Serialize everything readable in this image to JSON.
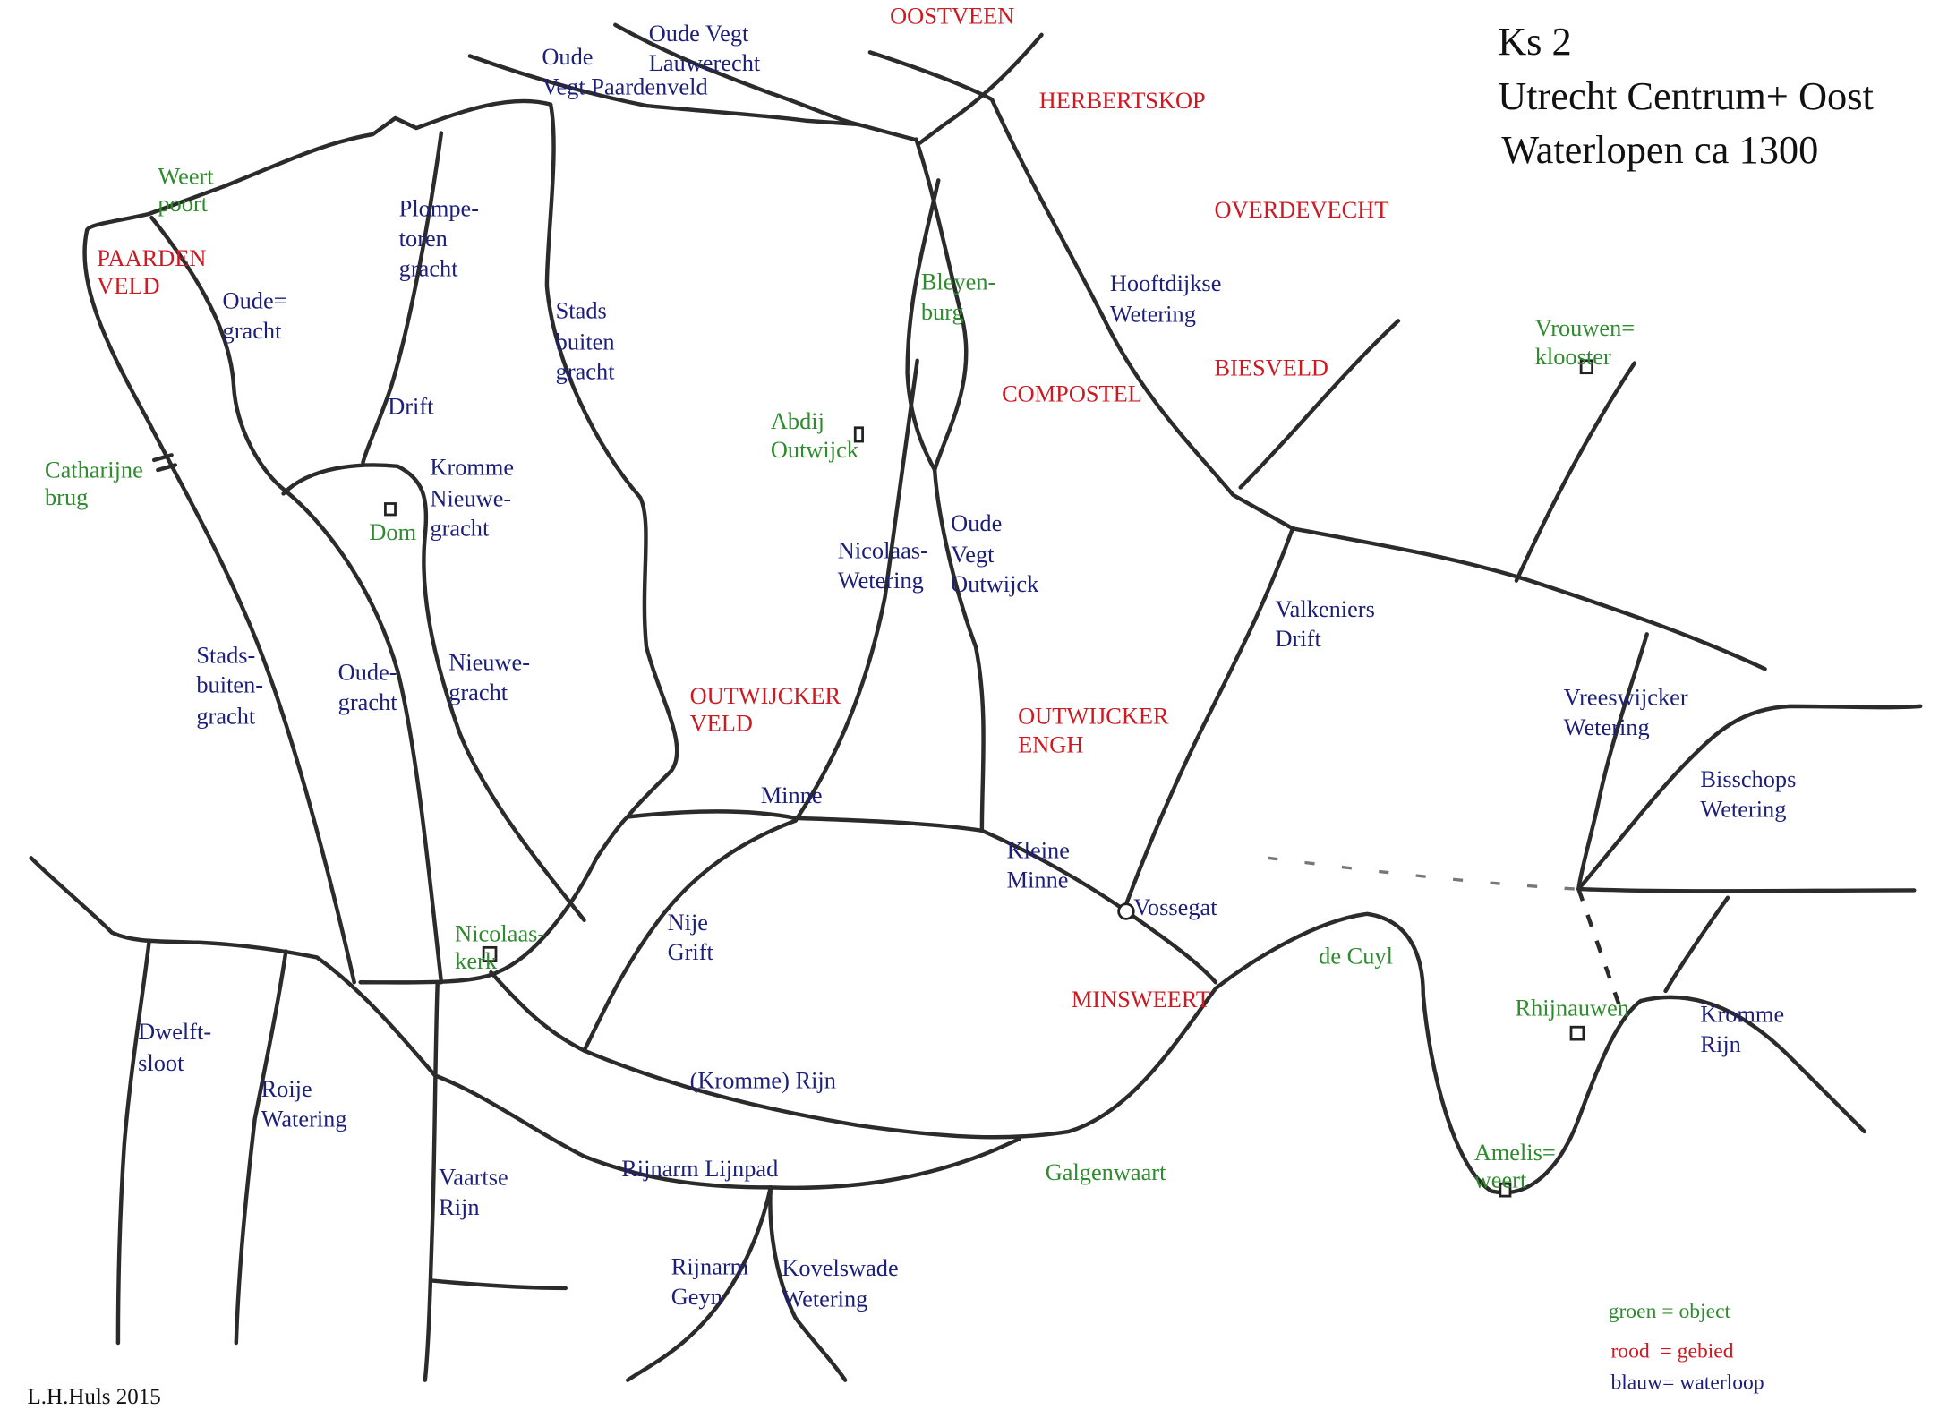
{
  "title": {
    "line1": "Ks 2",
    "line2": "Utrecht Centrum+ Oost",
    "line3": "Waterlopen ca 1300"
  },
  "credit": "L.H.Huls 2015",
  "colors": {
    "waterloop": "#1c1f7a",
    "gebied": "#cc1a22",
    "object": "#2e8b2e",
    "lines": "#2b2b2b"
  },
  "legend": {
    "object": "groen = object",
    "gebied": "rood  = gebied",
    "waterloop": "blauw= waterloop"
  },
  "areas": {
    "oostveen": "OOSTVEEN",
    "herbertskop": "HERBERTSKOP",
    "overdevecht": "OVERDEVECHT",
    "paardenveld_1": "PAARDEN",
    "paardenveld_2": "VELD",
    "compostel": "COMPOSTEL",
    "biesveld": "BIESVELD",
    "outwijcker_veld_1": "OUTWIJCKER",
    "outwijcker_veld_2": "VELD",
    "outwijcker_engh_1": "OUTWIJCKER",
    "outwijcker_engh_2": "ENGH",
    "minsweert": "MINSWEERT"
  },
  "objects": {
    "weertpoort_1": "Weert",
    "weertpoort_2": "poort",
    "catharijnebrug_1": "Catharijne",
    "catharijnebrug_2": "brug",
    "dom": "Dom",
    "bleyenburg_1": "Bleyen-",
    "bleyenburg_2": "burg",
    "abdij_1": "Abdij",
    "abdij_2": "Outwijck",
    "vrouwenklooster_1": "Vrouwen=",
    "vrouwenklooster_2": "klooster",
    "nicolaaskerk_1": "Nicolaas-",
    "nicolaaskerk_2": "kerk",
    "de_cuyl": "de Cuyl",
    "rhijnauwen": "Rhijnauwen",
    "galgenwaart": "Galgenwaart",
    "ameliswaart_1": "Amelis=",
    "ameliswaart_2": "weert"
  },
  "waterways": {
    "oude_vegt_paardenveld_1": "Oude",
    "oude_vegt_paardenveld_2": "Vegt Paardenveld",
    "oude_vegt_lauwerecht_1": "Oude Vegt",
    "oude_vegt_lauwerecht_2": "Lauwerecht",
    "plompetoren_1": "Plompe-",
    "plompetoren_2": "toren",
    "plompetoren_3": "gracht",
    "oudegracht_n_1": "Oude=",
    "oudegracht_n_2": "gracht",
    "stadsbuitengracht_n_1": "Stads",
    "stadsbuitengracht_n_2": "buiten",
    "stadsbuitengracht_n_3": "gracht",
    "drift": "Drift",
    "kromme_nieuwegracht_1": "Kromme",
    "kromme_nieuwegracht_2": "Nieuwe-",
    "kromme_nieuwegracht_3": "gracht",
    "hooftdijkse_1": "Hooftdijkse",
    "hooftdijkse_2": "Wetering",
    "nicolaas_wetering_1": "Nicolaas-",
    "nicolaas_wetering_2": "Wetering",
    "oude_vegt_outwijck_1": "Oude",
    "oude_vegt_outwijck_2": "Vegt",
    "oude_vegt_outwijck_3": "Outwijck",
    "valkeniers_1": "Valkeniers",
    "valkeniers_2": "Drift",
    "stadsbuitengracht_s_1": "Stads-",
    "stadsbuitengracht_s_2": "buiten-",
    "stadsbuitengracht_s_3": "gracht",
    "oudegracht_s_1": "Oude-",
    "oudegracht_s_2": "gracht",
    "nieuwegracht_1": "Nieuwe-",
    "nieuwegracht_2": "gracht",
    "vreeswijcker_1": "Vreeswijcker",
    "vreeswijcker_2": "Wetering",
    "bisschops_1": "Bisschops",
    "bisschops_2": "Wetering",
    "minne": "Minne",
    "kleine_minne_1": "Kleine",
    "kleine_minne_2": "Minne",
    "vossegat": "Vossegat",
    "nije_grift_1": "Nije",
    "nije_grift_2": "Grift",
    "dwelftsloot_1": "Dwelft-",
    "dwelftsloot_2": "sloot",
    "roije_1": "Roije",
    "roije_2": "Watering",
    "kromme_rijn_main": "(Kromme) Rijn",
    "kromme_rijn_e_1": "Kromme",
    "kromme_rijn_e_2": "Rijn",
    "vaartse_rijn_1": "Vaartse",
    "vaartse_rijn_2": "Rijn",
    "rijnarm_lijnpad": "Rijnarm Lijnpad",
    "rijnarm_geyn_1": "Rijnarm",
    "rijnarm_geyn_2": "Geyn",
    "kovelswade_1": "Kovelswade",
    "kovelswade_2": "Wetering"
  }
}
